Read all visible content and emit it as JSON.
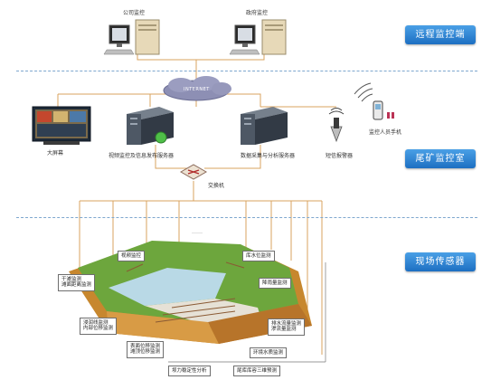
{
  "zones": {
    "remote": "远程监控端",
    "control_room": "尾矿监控室",
    "field": "现场传感器"
  },
  "cloud": "INTERNET",
  "top_nodes": {
    "company": "公司监控",
    "government": "政府监控"
  },
  "room_nodes": {
    "big_screen": "大屏幕",
    "video_server": "视频监控及信息发布服务器",
    "data_server": "数据采集与分析服务器",
    "short_msg": "短信报警器",
    "phone": "监控人员手机",
    "switch": "交换机"
  },
  "small_text": "……",
  "field_labels": {
    "video": "视频监控",
    "reservoir_level": "库水位监测",
    "rainfall": "降雨量监测",
    "beach_a": "干滩监测",
    "beach_b": "滩面距离监测",
    "seepage_a": "浸润线监测",
    "seepage_b": "内部位移监测",
    "surface_a": "表面位移监测",
    "surface_b": "滩顶位移监测",
    "flow_a": "排水流量监测",
    "flow_b": "渗流量监测",
    "env": "环境水质监测",
    "stability": "坝力稳定性分析",
    "model": "尾库库容三维预测"
  },
  "colors": {
    "zone_blue": "#2f86d6",
    "line_orange": "#d9a35f",
    "dash_blue": "#7ea7cf"
  }
}
